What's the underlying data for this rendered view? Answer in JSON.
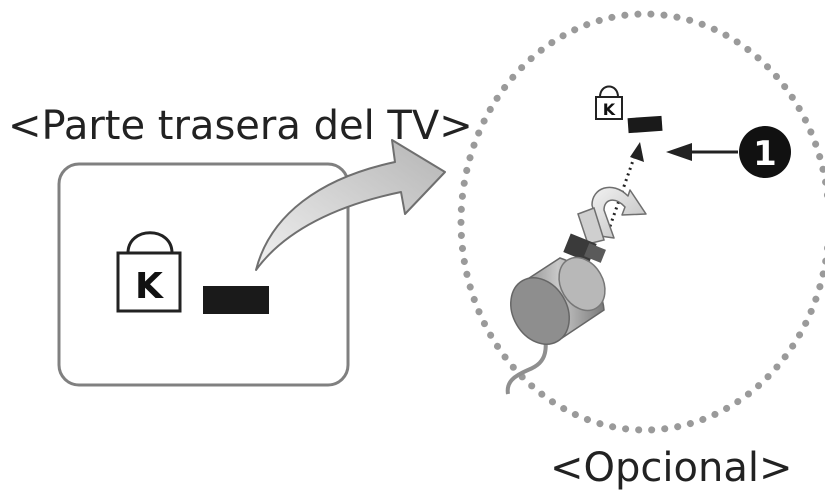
{
  "labels": {
    "tv_back": "<Parte trasera del TV>",
    "optional": "<Opcional>",
    "lock_symbol_large": "K",
    "lock_symbol_small": "K",
    "callout_number": "1"
  },
  "icons": {
    "lock": "kensington-lock-icon",
    "slot": "lock-slot",
    "arrow": "curved-arrow-icon",
    "pointer": "pointer-arrow-icon",
    "rotate": "rotate-arrow-icon",
    "device": "kensington-lock-device"
  },
  "colors": {
    "border": "#808080",
    "dotted_circle": "#9a9a9a",
    "slot": "#1a1a1a",
    "arrow_fill": "#d0d0d0",
    "device": "#b3b3b3",
    "text": "#222222"
  }
}
